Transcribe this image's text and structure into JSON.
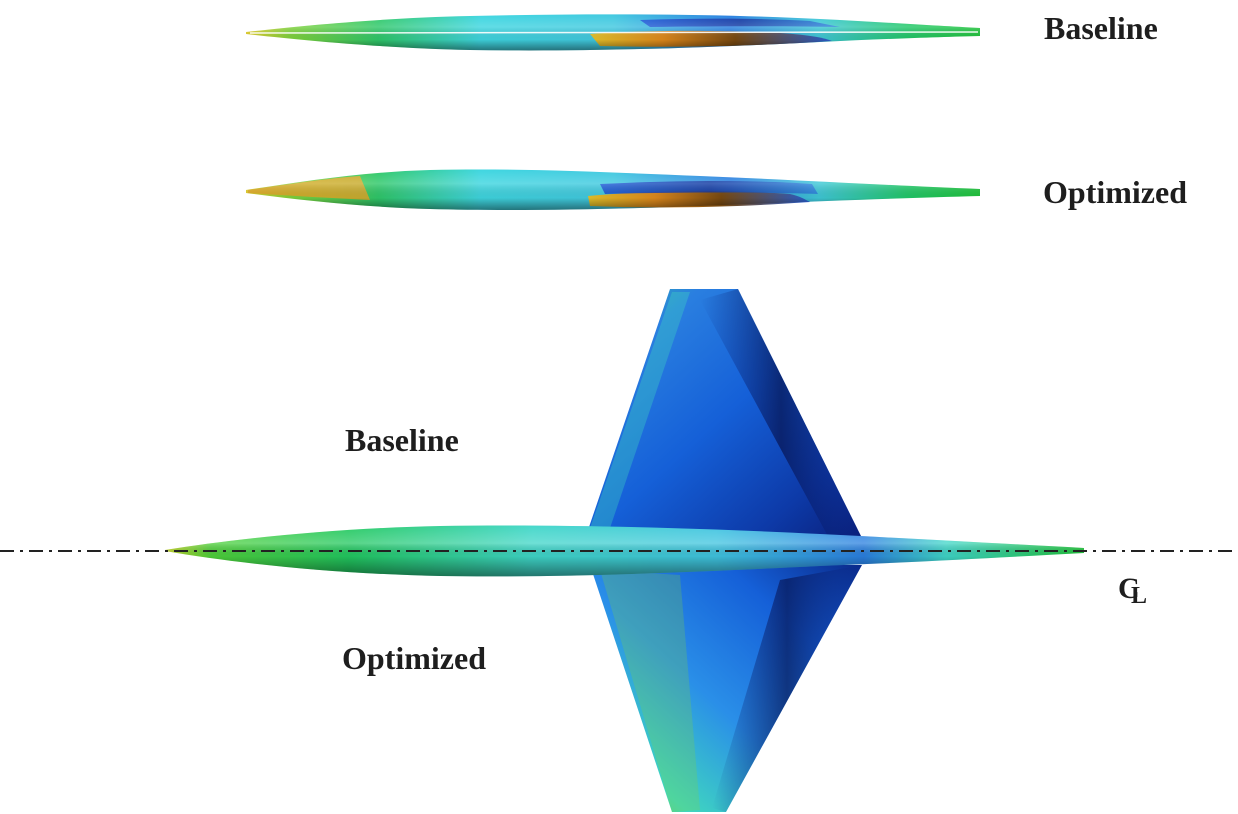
{
  "labels": {
    "side_top": "Baseline",
    "side_bottom": "Optimized",
    "plan_upper": "Baseline",
    "plan_lower": "Optimized",
    "centerline_c": "C",
    "centerline_l": "L"
  },
  "colors": {
    "background": "#ffffff",
    "text": "#1e1e1e",
    "green": "#1fc43a",
    "cyan": "#3fd6e0",
    "blue": "#1560d8",
    "dark_blue": "#0a1f7a",
    "yellow": "#e6d12a",
    "orange": "#e07a1c",
    "centerline": "#222222"
  }
}
